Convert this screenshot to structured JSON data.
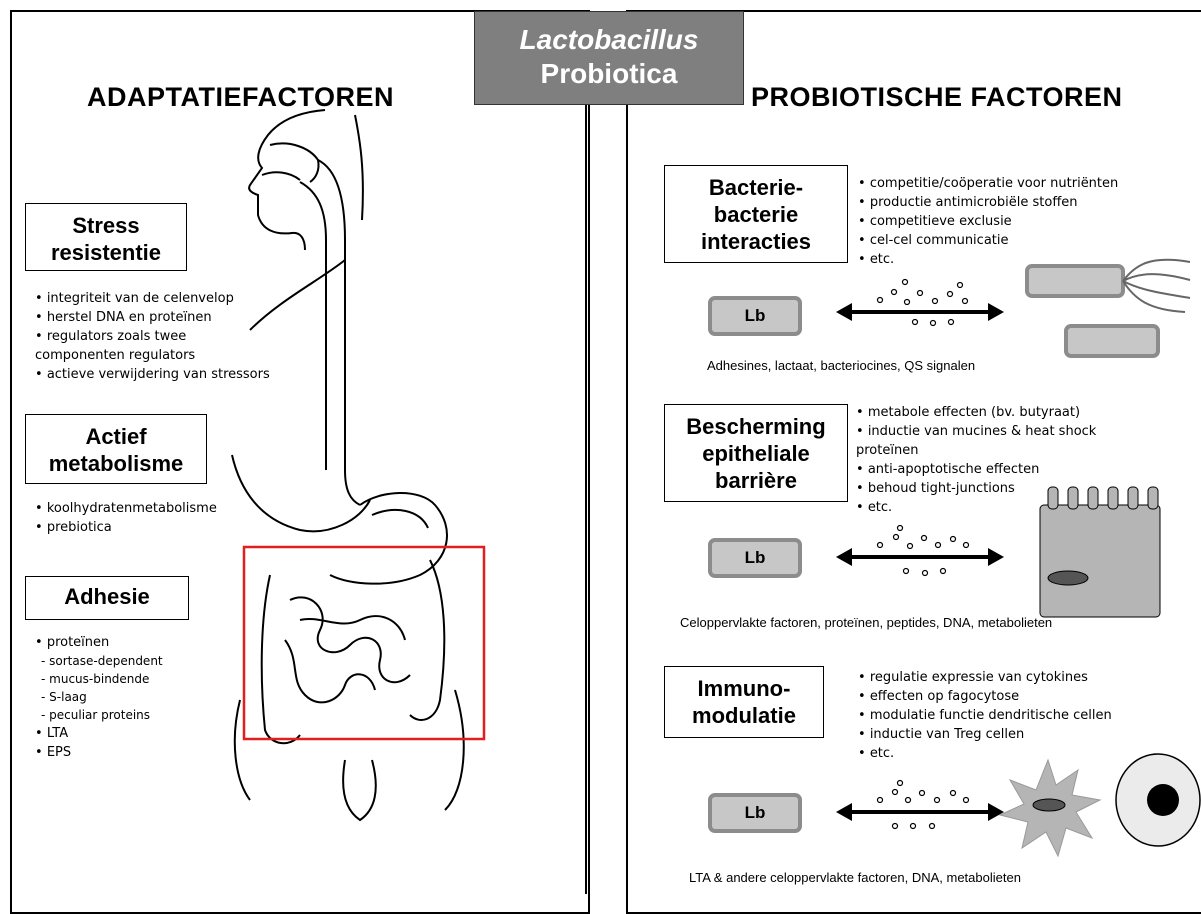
{
  "title": {
    "line1": "Lactobacillus",
    "line2": "Probiotica"
  },
  "left_heading": "ADAPTATIEFACTOREN",
  "right_heading": "PROBIOTISCHE FACTOREN",
  "left_sections": [
    {
      "title_lines": [
        "Stress",
        "resistentie"
      ],
      "items": [
        {
          "text": "integriteit van de celenvelop",
          "type": "b"
        },
        {
          "text": "herstel DNA en proteïnen",
          "type": "b"
        },
        {
          "text": "regulators zoals twee",
          "type": "b"
        },
        {
          "text": "componenten regulators",
          "type": "c"
        },
        {
          "text": "actieve verwijdering van stressors",
          "type": "b"
        }
      ]
    },
    {
      "title_lines": [
        "Actief",
        "metabolisme"
      ],
      "items": [
        {
          "text": "koolhydratenmetabolisme",
          "type": "b"
        },
        {
          "text": "prebiotica",
          "type": "b"
        }
      ]
    },
    {
      "title_lines": [
        "Adhesie"
      ],
      "items": [
        {
          "text": "proteïnen",
          "type": "b"
        },
        {
          "text": "sortase-dependent",
          "type": "s"
        },
        {
          "text": "mucus-bindende",
          "type": "s"
        },
        {
          "text": "S-laag",
          "type": "s"
        },
        {
          "text": "peculiar proteins",
          "type": "s"
        },
        {
          "text": "LTA",
          "type": "b"
        },
        {
          "text": "EPS",
          "type": "b"
        }
      ]
    }
  ],
  "right_sections": [
    {
      "title_lines": [
        "Bacterie-",
        "bacterie",
        "interacties"
      ],
      "items": [
        {
          "text": "competitie/coöperatie voor nutriënten",
          "type": "b"
        },
        {
          "text": "productie antimicrobiële stoffen",
          "type": "b"
        },
        {
          "text": "competitieve exclusie",
          "type": "b"
        },
        {
          "text": "cel-cel communicatie",
          "type": "b"
        },
        {
          "text": "etc.",
          "type": "b"
        }
      ],
      "lb_label": "Lb",
      "caption": "Adhesines, lactaat, bacteriocines, QS signalen"
    },
    {
      "title_lines": [
        "Bescherming",
        "epitheliale",
        "barrière"
      ],
      "items": [
        {
          "text": "metabole effecten (bv. butyraat)",
          "type": "b"
        },
        {
          "text": "inductie van mucines & heat shock",
          "type": "b"
        },
        {
          "text": "proteïnen",
          "type": "c"
        },
        {
          "text": "anti-apoptotische effecten",
          "type": "b"
        },
        {
          "text": "behoud tight-junctions",
          "type": "b"
        },
        {
          "text": "etc.",
          "type": "b"
        }
      ],
      "lb_label": "Lb",
      "caption": "Celoppervlakte factoren, proteïnen, peptides, DNA, metabolieten"
    },
    {
      "title_lines": [
        "Immuno-",
        "modulatie"
      ],
      "items": [
        {
          "text": "regulatie expressie van cytokines",
          "type": "b"
        },
        {
          "text": "effecten op fagocytose",
          "type": "b"
        },
        {
          "text": "modulatie functie dendritische cellen",
          "type": "b"
        },
        {
          "text": "inductie van Treg cellen",
          "type": "b"
        },
        {
          "text": "etc.",
          "type": "b"
        }
      ],
      "lb_label": "Lb",
      "caption": "LTA & andere celoppervlakte factoren, DNA, metabolieten"
    }
  ],
  "colors": {
    "title_bg": "#7f7f7f",
    "highlight_box": "#e02020",
    "lb_fill": "#c7c7c7",
    "lb_border": "#8c8c8c",
    "cell_fill": "#b5b5b5"
  }
}
